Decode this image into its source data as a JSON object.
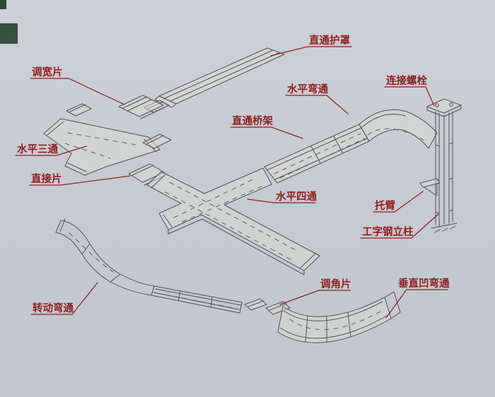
{
  "diagram": {
    "type": "isometric-assembly-diagram",
    "subject": "cable tray (bridge) system components, scanned catalog figure",
    "background_color": "#c7cbd3",
    "line_color": "#4f5054",
    "label_color": "#8e1f1c"
  },
  "labels": [
    {
      "id": "straight-cover",
      "text": "直通护罩"
    },
    {
      "id": "width-adjust-piece",
      "text": "调宽片"
    },
    {
      "id": "horizontal-bend",
      "text": "水平弯通"
    },
    {
      "id": "connecting-bolt",
      "text": "连接螺栓"
    },
    {
      "id": "straight-tray",
      "text": "直通桥架"
    },
    {
      "id": "horizontal-tee",
      "text": "水平三通"
    },
    {
      "id": "direct-connect-piece",
      "text": "直接片"
    },
    {
      "id": "horizontal-cross",
      "text": "水平四通"
    },
    {
      "id": "support-arm",
      "text": "托臂"
    },
    {
      "id": "i-beam-column",
      "text": "工字钢立柱"
    },
    {
      "id": "angle-adjust-piece",
      "text": "调角片"
    },
    {
      "id": "vertical-concave-bend",
      "text": "垂直凹弯通"
    },
    {
      "id": "rotating-bend",
      "text": "转动弯通"
    }
  ]
}
